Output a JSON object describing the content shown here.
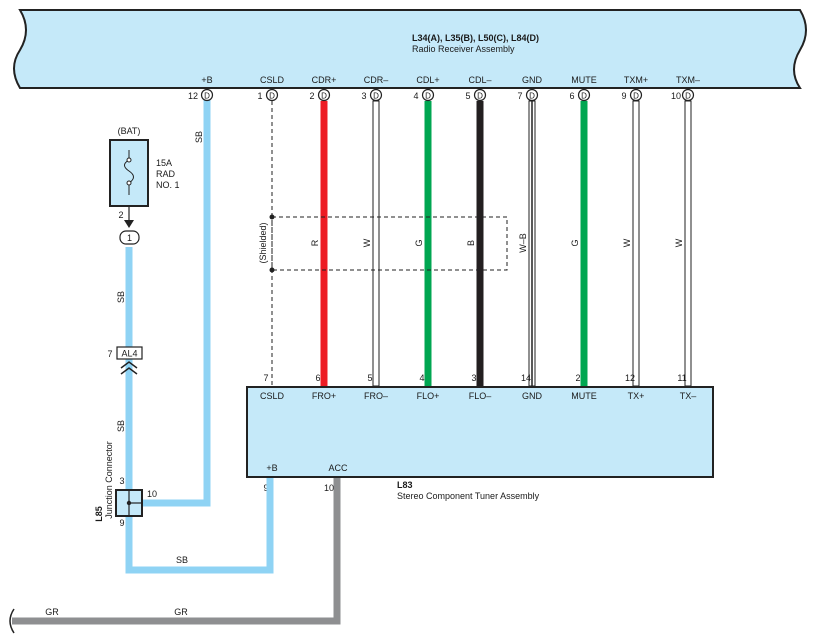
{
  "radio": {
    "code": "L34(A), L35(B), L50(C), L84(D)",
    "name": "Radio Receiver Assembly"
  },
  "tuner": {
    "code": "L83",
    "name": "Stereo Component Tuner Assembly",
    "plus_b_label": "+B",
    "plus_b_pin": "9",
    "acc_label": "ACC",
    "acc_pin": "10"
  },
  "connector_letter": "D",
  "wires": [
    {
      "key": "csld",
      "top_label": "CSLD",
      "top_pin": "1",
      "bottom_pin": "7",
      "bottom_label": "CSLD",
      "color_code": "",
      "color": "#222222",
      "style": "dashed"
    },
    {
      "key": "cdr-plus",
      "top_label": "CDR+",
      "top_pin": "2",
      "bottom_pin": "6",
      "bottom_label": "FRO+",
      "color_code": "R",
      "color": "#ed1c24",
      "style": "solid"
    },
    {
      "key": "cdr-minus",
      "top_label": "CDR–",
      "top_pin": "3",
      "bottom_pin": "5",
      "bottom_label": "FRO–",
      "color_code": "W",
      "color": "#ffffff",
      "style": "outline"
    },
    {
      "key": "cdl-plus",
      "top_label": "CDL+",
      "top_pin": "4",
      "bottom_pin": "4",
      "bottom_label": "FLO+",
      "color_code": "G",
      "color": "#00a651",
      "style": "solid"
    },
    {
      "key": "cdl-minus",
      "top_label": "CDL–",
      "top_pin": "5",
      "bottom_pin": "3",
      "bottom_label": "FLO–",
      "color_code": "B",
      "color": "#231f20",
      "style": "solid"
    },
    {
      "key": "gnd",
      "top_label": "GND",
      "top_pin": "7",
      "bottom_pin": "14",
      "bottom_label": "GND",
      "color_code": "W–B",
      "color": "#ffffff",
      "style": "stripe"
    },
    {
      "key": "mute",
      "top_label": "MUTE",
      "top_pin": "6",
      "bottom_pin": "2",
      "bottom_label": "MUTE",
      "color_code": "G",
      "color": "#00a651",
      "style": "solid"
    },
    {
      "key": "txm-plus",
      "top_label": "TXM+",
      "top_pin": "9",
      "bottom_pin": "12",
      "bottom_label": "TX+",
      "color_code": "W",
      "color": "#ffffff",
      "style": "outline"
    },
    {
      "key": "txm-minus",
      "top_label": "TXM–",
      "top_pin": "10",
      "bottom_pin": "11",
      "bottom_label": "TX–",
      "color_code": "W",
      "color": "#ffffff",
      "style": "outline"
    }
  ],
  "power": {
    "plus_b_label": "+B",
    "plus_b_pin": "12",
    "wire_color_code": "SB",
    "wire_color": "#8fd3f4"
  },
  "shielded_label": "(Shielded)",
  "fuse": {
    "source": "(BAT)",
    "rating": "15A",
    "name_line1": "RAD",
    "name_line2": "NO. 1",
    "pin": "2",
    "junction": "1"
  },
  "al4": {
    "code": "AL4",
    "pin": "7"
  },
  "junction_connector": {
    "code": "L85",
    "name": "Junction Connector",
    "pin_top": "3",
    "pin_side": "10",
    "pin_bottom": "9"
  },
  "labels": {
    "sb": "SB",
    "gr": "GR"
  },
  "colors": {
    "body_fill": "#c5e9f9",
    "sb_wire": "#8fd3f4",
    "gr_wire": "#8e8f91",
    "outline": "#222222"
  }
}
